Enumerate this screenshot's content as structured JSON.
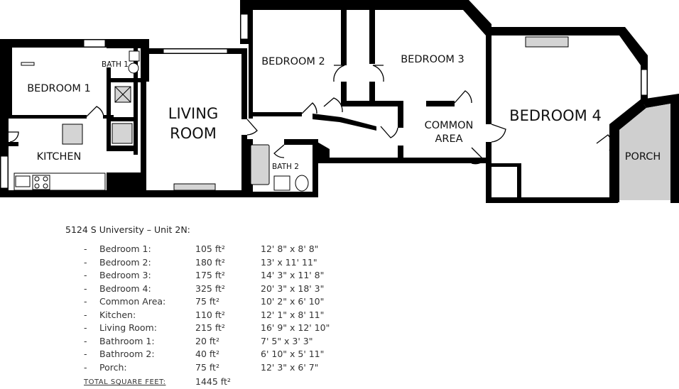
{
  "rooms": {
    "bedroom1": "BEDROOM 1",
    "bath1": "BATH 1",
    "kitchen": "KITCHEN",
    "living_line1": "LIVING",
    "living_line2": "ROOM",
    "bedroom2": "BEDROOM 2",
    "bedroom3": "BEDROOM 3",
    "bath2": "BATH 2",
    "common_line1": "COMMON",
    "common_line2": "AREA",
    "bedroom4": "BEDROOM 4",
    "porch": "PORCH"
  },
  "legend": {
    "title": "5124 S University – Unit 2N:",
    "rows": [
      {
        "dash": "-",
        "name": "Bedroom 1:",
        "area": "105 ft²",
        "dims": "12' 8\" x 8' 8\""
      },
      {
        "dash": "-",
        "name": "Bedroom 2:",
        "area": "180 ft²",
        "dims": "13' x 11' 11\""
      },
      {
        "dash": "-",
        "name": "Bedroom 3:",
        "area": "175 ft²",
        "dims": "14' 3\" x 11' 8\""
      },
      {
        "dash": "-",
        "name": "Bedroom 4:",
        "area": "325 ft²",
        "dims": "20' 3\" x 18' 3\""
      },
      {
        "dash": "-",
        "name": "Common Area:",
        "area": "75 ft²",
        "dims": "10' 2\" x 6' 10\""
      },
      {
        "dash": "-",
        "name": "Kitchen:",
        "area": "110 ft²",
        "dims": "12' 1\" x 8' 11\""
      },
      {
        "dash": "-",
        "name": "Living Room:",
        "area": "215 ft²",
        "dims": "16' 9\" x 12' 10\""
      },
      {
        "dash": "-",
        "name": "Bathroom 1:",
        "area": "20 ft²",
        "dims": "7' 5\" x 3' 3\""
      },
      {
        "dash": "-",
        "name": "Bathroom 2:",
        "area": "40 ft²",
        "dims": "6' 10\" x 5' 11\""
      },
      {
        "dash": "-",
        "name": "Porch:",
        "area": "75 ft²",
        "dims": "12' 3\" x 6' 7\""
      }
    ],
    "total_label": "TOTAL SQUARE FEET:",
    "total_value": "1445 ft²"
  },
  "colors": {
    "wall": "#000000",
    "porch_fill": "#cfcfcf",
    "fixture_fill": "#d4d4d4"
  }
}
